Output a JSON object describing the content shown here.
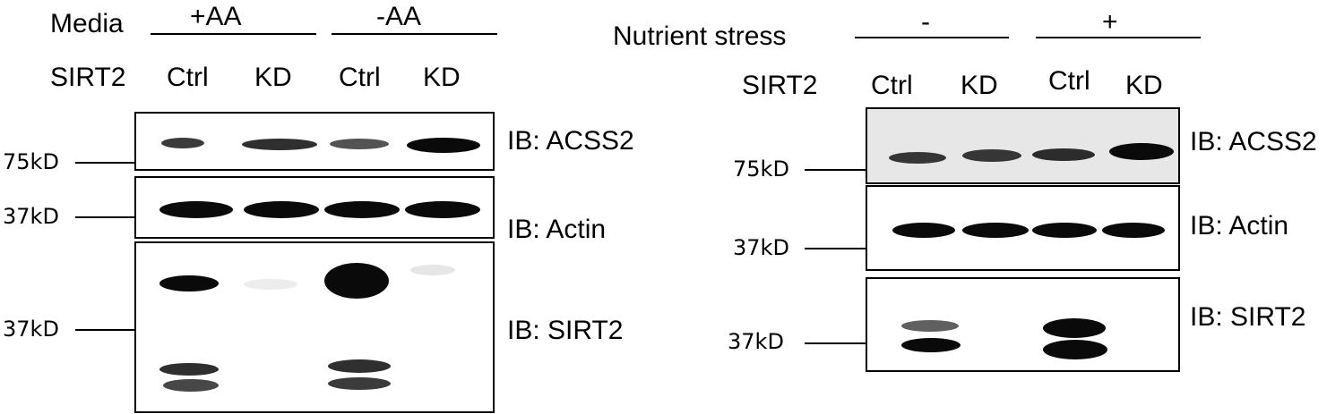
{
  "left_blot": {
    "media_label": "Media",
    "media_groups": [
      "+AA",
      "-AA"
    ],
    "row_label": "SIRT2",
    "lanes": [
      "Ctrl",
      "KD",
      "Ctrl",
      "KD"
    ],
    "panels": [
      {
        "ib": "IB: ACSS2",
        "marker": "75kD"
      },
      {
        "ib": "IB: Actin",
        "marker": "37kD"
      },
      {
        "ib": "IB: SIRT2",
        "marker": "37kD"
      }
    ]
  },
  "right_blot": {
    "condition_label": "Nutrient stress",
    "condition_groups": [
      "-",
      "+"
    ],
    "row_label": "SIRT2",
    "lanes": [
      "Ctrl",
      "KD",
      "Ctrl",
      "KD"
    ],
    "panels": [
      {
        "ib": "IB: ACSS2",
        "marker": "75kD"
      },
      {
        "ib": "IB: Actin",
        "marker": "37kD"
      },
      {
        "ib": "IB: SIRT2",
        "marker": "37kD"
      }
    ]
  },
  "colors": {
    "ink": "#000000",
    "band": "#0a0a0a",
    "background": "#ffffff"
  }
}
